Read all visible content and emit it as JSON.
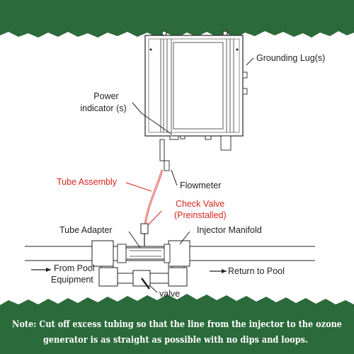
{
  "colors": {
    "frame_green": "#2b6a3a",
    "accent_red": "#d9261c",
    "line": "#222222"
  },
  "labels": {
    "grounding_lug": "Grounding Lug(s)",
    "power_indicator_line1": "Power",
    "power_indicator_line2": "indicator (s)",
    "flowmeter": "Flowmeter",
    "tube_assembly": "Tube Assembly",
    "check_valve_line1": "Check Valve",
    "check_valve_line2": "(Preinstalled)",
    "tube_adapter": "Tube Adapter",
    "injector_manifold": "Injector Manifold",
    "from_pool_line1": "From Pool",
    "from_pool_line2": "Equipment",
    "return_to_pool": "Return to Pool",
    "valve": "valve"
  },
  "note": {
    "line1": "Note: Cut off excess tubing so that the line from the injector to the ozone",
    "line2": "generator is as straight as possible with no dips and loops."
  }
}
